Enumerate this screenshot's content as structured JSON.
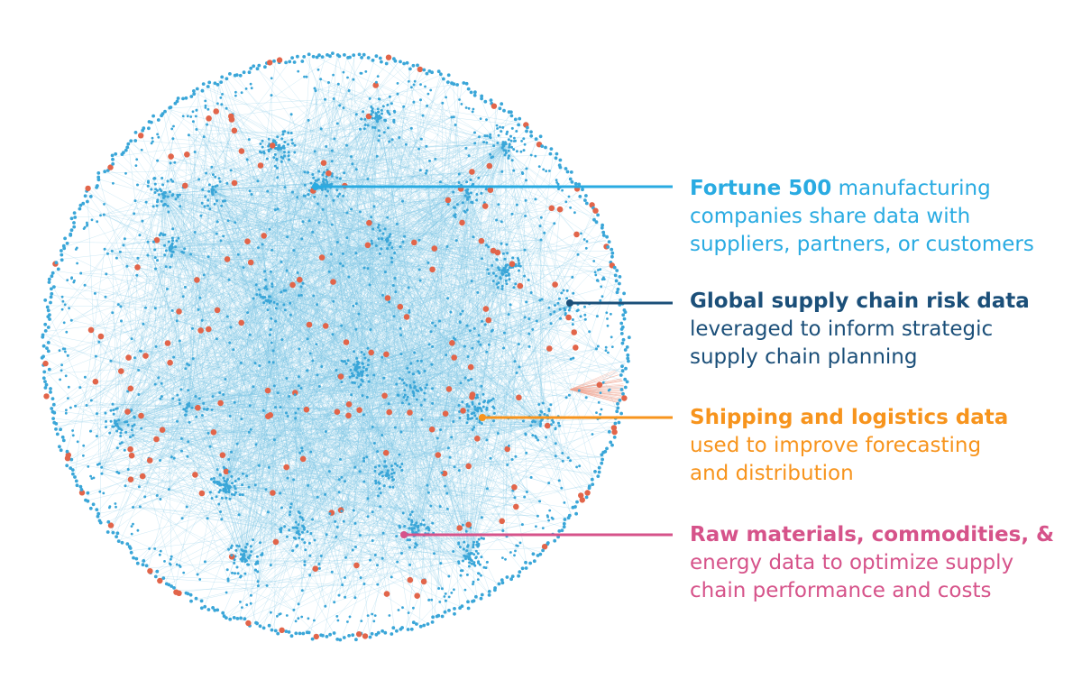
{
  "colors": {
    "node_blue": "#3aa6d8",
    "node_orange": "#e2654a",
    "edge_blue": "#7cc4e6",
    "edge_orange": "#f0a490",
    "fortune": "#29abe2",
    "risk": "#1b4f79",
    "shipping": "#f7941d",
    "raw": "#d6538a"
  },
  "callouts": [
    {
      "id": "fortune",
      "bold": "Fortune 500",
      "lines": [
        " manufacturing",
        "companies share data with",
        "suppliers, partners, or customers"
      ]
    },
    {
      "id": "risk",
      "bold": "Global supply chain risk data",
      "lines": [
        "",
        "leveraged to inform strategic",
        "supply chain planning"
      ]
    },
    {
      "id": "shipping",
      "bold": "Shipping and logistics data",
      "lines": [
        "",
        "used to improve forecasting",
        "and distribution"
      ]
    },
    {
      "id": "raw",
      "bold": "Raw materials, commodities, &",
      "lines": [
        "",
        "energy data to optimize supply",
        "chain performance and costs"
      ]
    }
  ]
}
